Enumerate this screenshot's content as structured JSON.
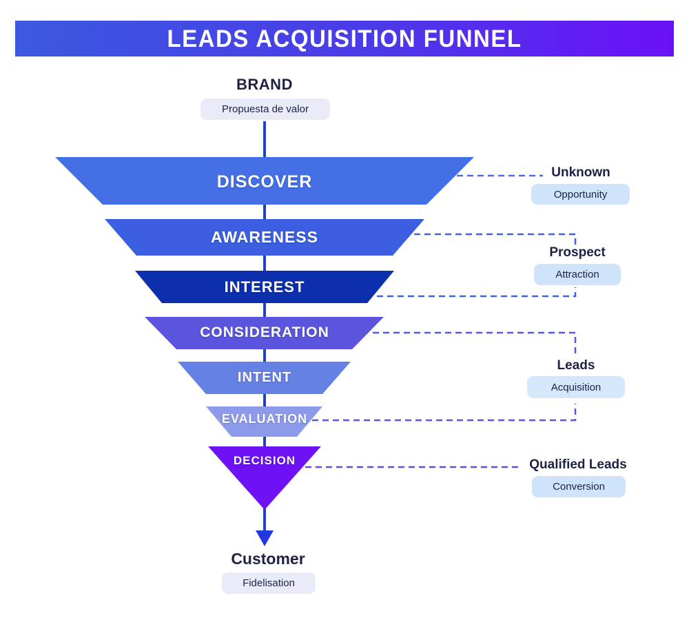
{
  "banner": {
    "title": "LEADS ACQUISITION FUNNEL",
    "gradient_start": "#3b59e0",
    "gradient_end": "#6b10f8"
  },
  "top": {
    "title": "BRAND",
    "tag": "Propuesta de valor",
    "tag_bg": "#e9ebf8"
  },
  "funnel": {
    "stages": [
      {
        "label": "DISCOVER",
        "color": "#4570e5"
      },
      {
        "label": "AWARENESS",
        "color": "#3b5fe0"
      },
      {
        "label": "INTEREST",
        "color": "#0c30ad"
      },
      {
        "label": "CONSIDERATION",
        "color": "#5b55dd"
      },
      {
        "label": "INTENT",
        "color": "#6681e4"
      },
      {
        "label": "EVALUATION",
        "color": "#8d9ae9"
      },
      {
        "label": "DECISION",
        "color": "#6e12f5"
      }
    ],
    "axis_color": "#1e44c4",
    "arrow_color": "#2239e0"
  },
  "connectors": {
    "discover": "#4a6ae5",
    "awareness_interest": "#3f62e0",
    "consideration_evaluation": "#5d55dd",
    "decision": "#5b50dd"
  },
  "annotations": [
    {
      "title": "Unknown",
      "tag": "Opportunity",
      "tag_bg": "#cfe4fa"
    },
    {
      "title": "Prospect",
      "tag": "Attraction",
      "tag_bg": "#cfe4fa"
    },
    {
      "title": "Leads",
      "tag": "Acquisition",
      "tag_bg": "#d4e7fb"
    },
    {
      "title": "Qualified Leads",
      "tag": "Conversion",
      "tag_bg": "#cfe4fa"
    }
  ],
  "bottom": {
    "title": "Customer",
    "tag": "Fidelisation",
    "tag_bg": "#e9ebf8"
  }
}
